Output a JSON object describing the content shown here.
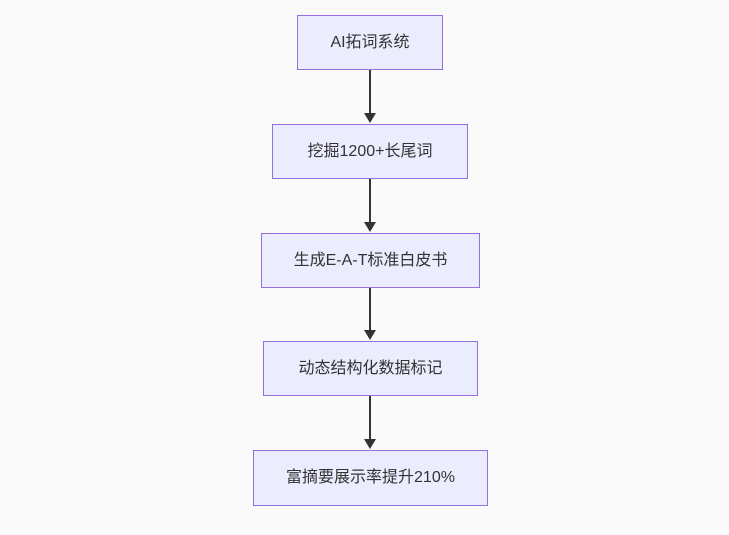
{
  "diagram": {
    "type": "flowchart",
    "direction": "top-down",
    "style": {
      "background": "#fafafa",
      "node_fill": "#ECECFF",
      "node_border": "#9370DB",
      "node_text_color": "#333333",
      "arrow_color": "#333333"
    },
    "nodes": [
      {
        "label": "AI拓词系统"
      },
      {
        "label": "挖掘1200+长尾词"
      },
      {
        "label": "生成E-A-T标准白皮书"
      },
      {
        "label": "动态结构化数据标记"
      },
      {
        "label": "富摘要展示率提升210%"
      }
    ],
    "edges": [
      {
        "from": "AI拓词系统",
        "to": "挖掘1200+长尾词"
      },
      {
        "from": "挖掘1200+长尾词",
        "to": "生成E-A-T标准白皮书"
      },
      {
        "from": "生成E-A-T标准白皮书",
        "to": "动态结构化数据标记"
      },
      {
        "from": "动态结构化数据标记",
        "to": "富摘要展示率提升210%"
      }
    ]
  }
}
